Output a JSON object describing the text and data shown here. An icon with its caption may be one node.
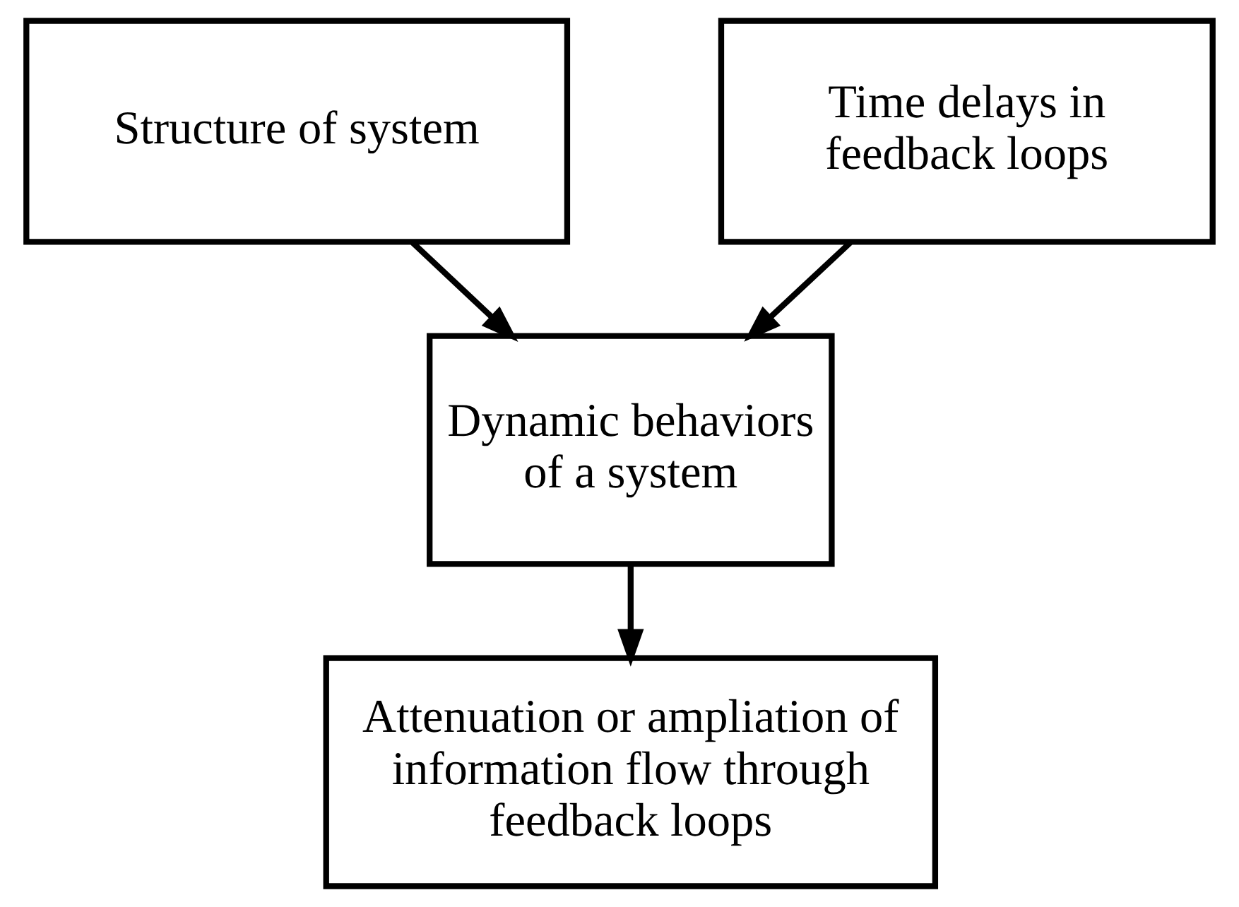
{
  "diagram": {
    "nodes": [
      {
        "text": [
          "Structure of system"
        ]
      },
      {
        "text": [
          "Time delays in feedback loops"
        ]
      },
      {
        "text": [
          "Dynamic behaviors of a system"
        ]
      },
      {
        "text": [
          "Attenuation or ampliation of information flow through feedback loops"
        ]
      }
    ],
    "edges": [
      {
        "from": 0,
        "to": 2,
        "arrow": "to"
      },
      {
        "from": 1,
        "to": 2,
        "arrow": "to"
      },
      {
        "from": 2,
        "to": 3,
        "arrow": "to"
      }
    ]
  }
}
